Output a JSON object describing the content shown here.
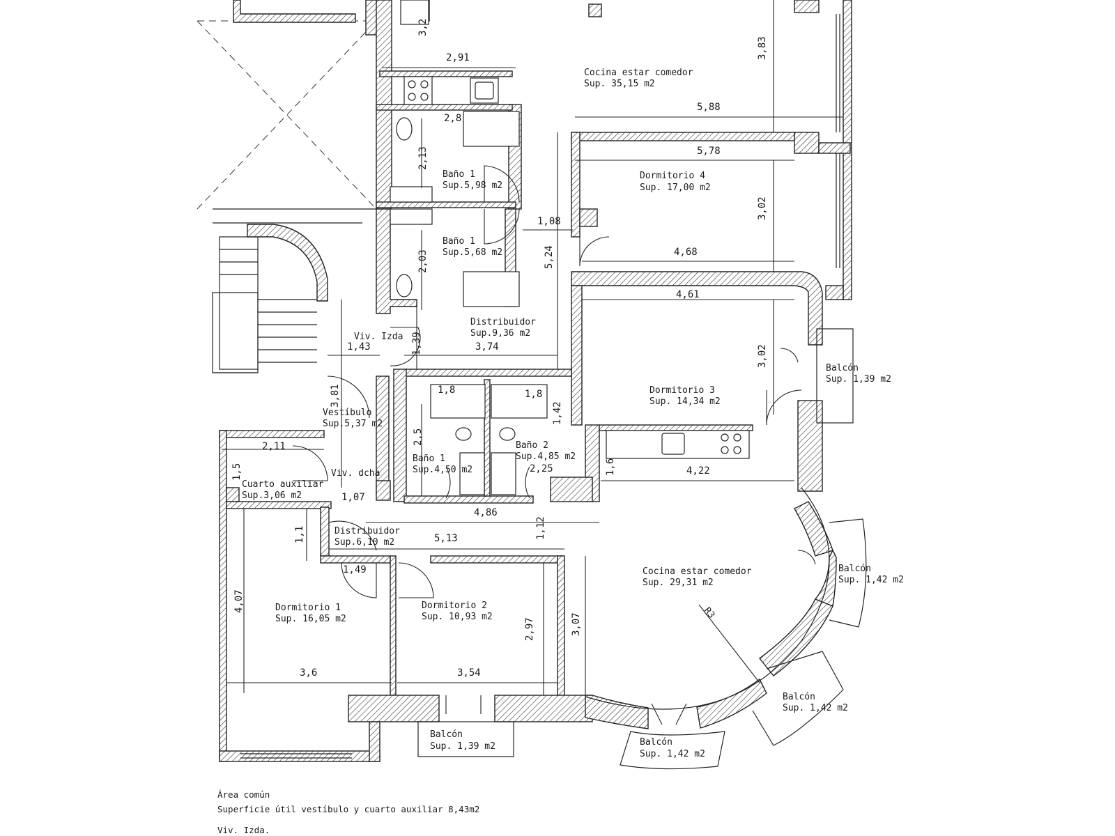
{
  "rooms": [
    {
      "id": "cocina-top",
      "name": "Cocina estar comedor",
      "area": "Sup. 35,15 m2"
    },
    {
      "id": "bano1-a",
      "name": "Baño 1",
      "area": "Sup.5,98 m2"
    },
    {
      "id": "bano1-b",
      "name": "Baño 1",
      "area": "Sup.5,68 m2"
    },
    {
      "id": "dorm4",
      "name": "Dormitorio 4",
      "area": "Sup. 17,00 m2"
    },
    {
      "id": "distrib-top",
      "name": "Distribuidor",
      "area": "Sup.9,36 m2"
    },
    {
      "id": "dorm3",
      "name": "Dormitorio 3",
      "area": "Sup. 14,34 m2"
    },
    {
      "id": "balcon-right-top",
      "name": "Balcón",
      "area": "Sup. 1,39 m2"
    },
    {
      "id": "vestibulo",
      "name": "Vestíbulo",
      "area": "Sup.5,37 m2"
    },
    {
      "id": "cuarto-aux",
      "name": "Cuarto auxiliar",
      "area": "Sup.3,06 m2"
    },
    {
      "id": "bano1-c",
      "name": "Baño 1",
      "area": "Sup.4,50 m2"
    },
    {
      "id": "bano2",
      "name": "Baño 2",
      "area": "Sup.4,85 m2"
    },
    {
      "id": "distrib-bottom",
      "name": "Distribuidor",
      "area": "Sup.6,10 m2"
    },
    {
      "id": "cocina-bottom",
      "name": "Cocina estar comedor",
      "area": "Sup. 29,31 m2"
    },
    {
      "id": "balcon-right-mid",
      "name": "Balcón",
      "area": "Sup. 1,42 m2"
    },
    {
      "id": "dorm1",
      "name": "Dormitorio 1",
      "area": "Sup. 16,05 m2"
    },
    {
      "id": "dorm2",
      "name": "Dormitorio 2",
      "area": "Sup. 10,93 m2"
    },
    {
      "id": "balcon-right-low",
      "name": "Balcón",
      "area": "Sup. 1,42 m2"
    },
    {
      "id": "balcon-bottom-left",
      "name": "Balcón",
      "area": "Sup. 1,39 m2"
    },
    {
      "id": "balcon-bottom-mid",
      "name": "Balcón",
      "area": "Sup. 1,42 m2"
    }
  ],
  "labels": {
    "viv_izda": "Viv. Izda",
    "viv_dcha": "Viv. dcha",
    "radius": "R3"
  },
  "dimensions": [
    "3,2",
    "2,91",
    "3,83",
    "5,88",
    "2,8",
    "2,13",
    "5,78",
    "3,02",
    "1,08",
    "5,24",
    "2,03",
    "4,68",
    "4,61",
    "1,39",
    "1,43",
    "3,74",
    "3,02",
    "1,8",
    "1,8",
    "3,81",
    "1,42",
    "2,5",
    "2,11",
    "1,5",
    "2,25",
    "1,6",
    "4,22",
    "1,07",
    "4,86",
    "1,1",
    "1,12",
    "5,13",
    "1,49",
    "4,07",
    "2,97",
    "3,07",
    "3,6",
    "3,54"
  ],
  "notes": {
    "area_comun_title": "Área común",
    "area_comun_text": "Superficie útil vestíbulo y cuarto auxiliar 8,43m2",
    "viv_izda_footer": "Viv. Izda."
  }
}
